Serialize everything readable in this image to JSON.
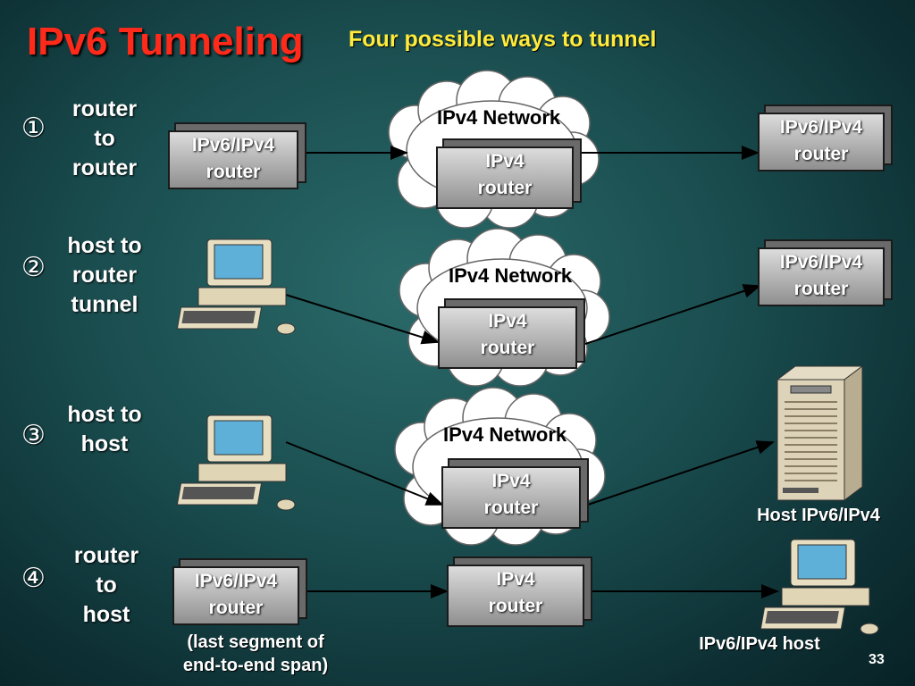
{
  "header": {
    "title": "IPv6 Tunneling",
    "subtitle": "Four possible ways to tunnel"
  },
  "rows": [
    {
      "number": "①",
      "label_lines": [
        "router",
        "to",
        "router"
      ]
    },
    {
      "number": "②",
      "label_lines": [
        "host to",
        "router",
        "tunnel"
      ]
    },
    {
      "number": "③",
      "label_lines": [
        "host to",
        "host"
      ]
    },
    {
      "number": "④",
      "label_lines": [
        "router",
        "to",
        "host"
      ]
    }
  ],
  "clouds": {
    "label": "IPv4 Network"
  },
  "boxes": {
    "dual_router": [
      "IPv6/IPv4",
      "router"
    ],
    "ipv4_router": [
      "IPv4",
      "router"
    ]
  },
  "captions": {
    "host_server": "Host IPv6/IPv4",
    "last_segment": [
      "(last segment of",
      "end-to-end span)"
    ],
    "host_pc": "IPv6/IPv4 host"
  },
  "page_number": "33",
  "icons": {
    "cloud": "cloud-icon",
    "workstation": "desktop-computer-icon",
    "server": "tower-server-icon"
  }
}
